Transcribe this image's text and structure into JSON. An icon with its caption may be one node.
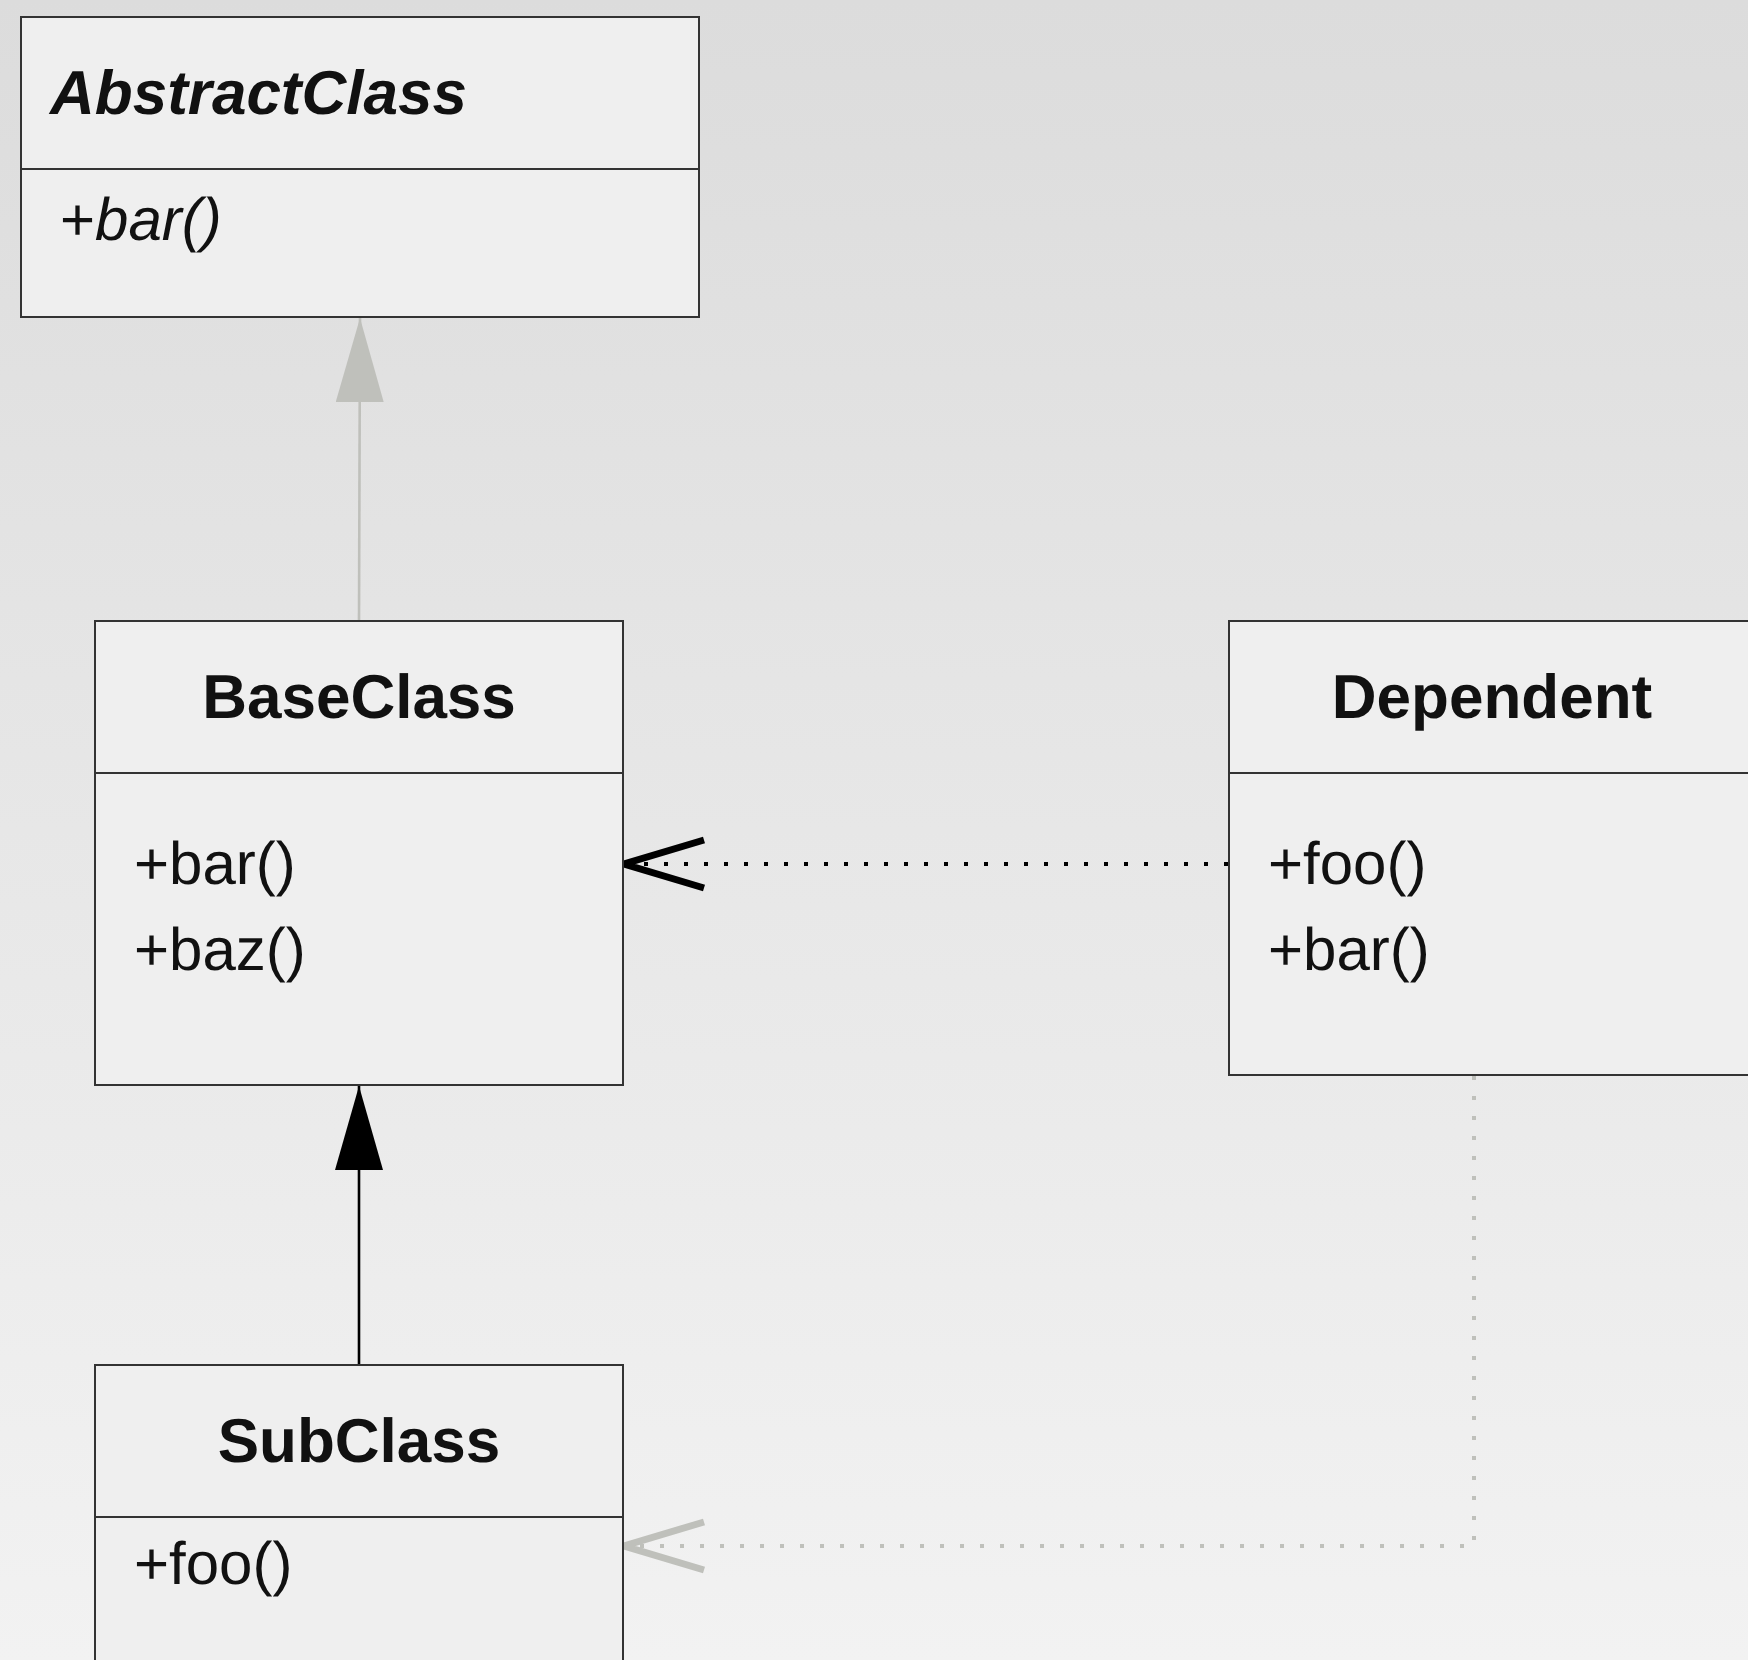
{
  "diagram": {
    "nodes": [
      {
        "text": [
          "AbstractClass",
          "+*bar()*"
        ]
      },
      {
        "text": [
          "BaseClass",
          "+bar()",
          "+baz()"
        ]
      },
      {
        "text": [
          "Dependent",
          "+foo()",
          "+bar()"
        ]
      },
      {
        "text": [
          "SubClass",
          "+foo()"
        ]
      }
    ],
    "edges": [
      {
        "from": 1,
        "to": 0,
        "arrow": "to",
        "color": "#bfc0bb"
      },
      {
        "from": 2,
        "to": 1,
        "arrow": "to",
        "style": "dashed",
        "color": "#000000"
      },
      {
        "from": 3,
        "to": 1,
        "arrow": "to",
        "color": "#000000"
      },
      {
        "from": 2,
        "to": 3,
        "arrow": "to",
        "style": "dashed",
        "color": "#bfc0bb"
      }
    ]
  }
}
